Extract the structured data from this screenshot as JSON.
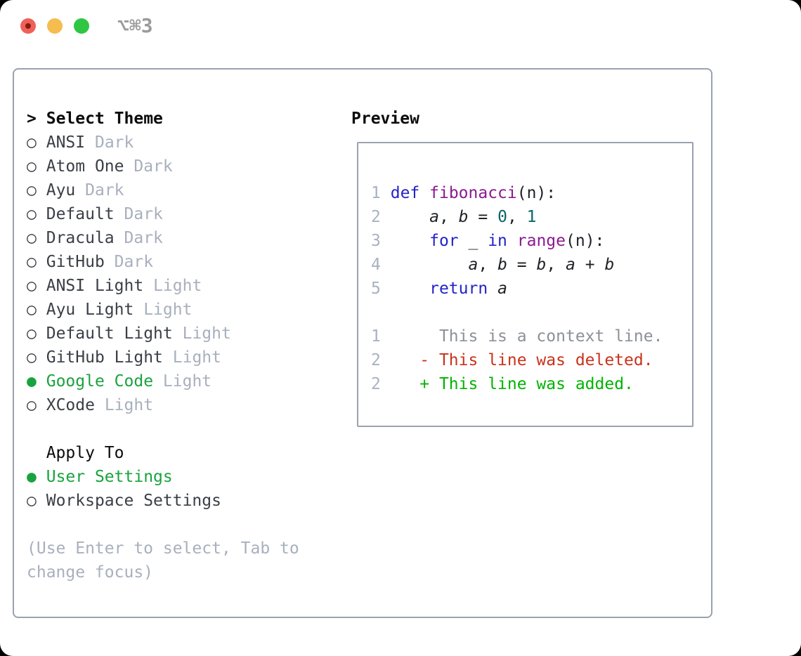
{
  "titlebar": {
    "shortcut": "⌥⌘3",
    "traffic_lights": [
      "close",
      "minimize",
      "zoom"
    ]
  },
  "icons": {
    "cursor": ">",
    "radio_selected": "●",
    "radio_unselected": "○"
  },
  "colors": {
    "accent_green": "#19a33e",
    "text_primary": "#3a3f46",
    "text_heading": "#0b0b0b",
    "text_muted": "#a8b0bd",
    "panel_border": "#9aa2ae",
    "line_number": "#a9b2bf",
    "code_keyword": "#2323c8",
    "code_function": "#8c1a90",
    "code_literal": "#0b6566",
    "code_plain": "#1e2126",
    "diff_context": "#8c9199",
    "diff_deleted": "#c8331c",
    "diff_added": "#00b400",
    "light_red": "#ef6158",
    "light_red_dot": "#841d12",
    "light_yellow": "#f5bd4f",
    "light_green": "#2fc644",
    "shortcut_text": "#9b9b9b"
  },
  "theme_selector": {
    "title": "Select Theme",
    "themes": [
      {
        "name": "ANSI",
        "variant": "Dark",
        "selected": false
      },
      {
        "name": "Atom One",
        "variant": "Dark",
        "selected": false
      },
      {
        "name": "Ayu",
        "variant": "Dark",
        "selected": false
      },
      {
        "name": "Default",
        "variant": "Dark",
        "selected": false
      },
      {
        "name": "Dracula",
        "variant": "Dark",
        "selected": false
      },
      {
        "name": "GitHub",
        "variant": "Dark",
        "selected": false
      },
      {
        "name": "ANSI Light",
        "variant": "Light",
        "selected": false
      },
      {
        "name": "Ayu Light",
        "variant": "Light",
        "selected": false
      },
      {
        "name": "Default Light",
        "variant": "Light",
        "selected": false
      },
      {
        "name": "GitHub Light",
        "variant": "Light",
        "selected": false
      },
      {
        "name": "Google Code",
        "variant": "Light",
        "selected": true
      },
      {
        "name": "XCode",
        "variant": "Light",
        "selected": false
      }
    ],
    "apply_to": {
      "title": "Apply To",
      "options": [
        {
          "name": "User Settings",
          "selected": true
        },
        {
          "name": "Workspace Settings",
          "selected": false
        }
      ]
    },
    "help_text": "(Use Enter to select, Tab to change focus)"
  },
  "preview": {
    "title": "Preview",
    "code_lines": [
      {
        "num": "1",
        "tokens": [
          [
            "kw",
            "def"
          ],
          [
            "pl",
            " "
          ],
          [
            "fn",
            "fibonacci"
          ],
          [
            "pl",
            "(n):"
          ]
        ]
      },
      {
        "num": "2",
        "tokens": [
          [
            "pl",
            "    "
          ],
          [
            "it",
            "a"
          ],
          [
            "pl",
            ", "
          ],
          [
            "it",
            "b"
          ],
          [
            "pl",
            " = "
          ],
          [
            "lit",
            "0"
          ],
          [
            "pl",
            ", "
          ],
          [
            "lit",
            "1"
          ]
        ]
      },
      {
        "num": "3",
        "tokens": [
          [
            "pl",
            "    "
          ],
          [
            "kw",
            "for"
          ],
          [
            "pl",
            " _ "
          ],
          [
            "kw",
            "in"
          ],
          [
            "pl",
            " "
          ],
          [
            "fn",
            "range"
          ],
          [
            "pl",
            "(n):"
          ]
        ]
      },
      {
        "num": "4",
        "tokens": [
          [
            "pl",
            "        "
          ],
          [
            "it",
            "a"
          ],
          [
            "pl",
            ", "
          ],
          [
            "it",
            "b"
          ],
          [
            "pl",
            " = "
          ],
          [
            "it",
            "b"
          ],
          [
            "pl",
            ", "
          ],
          [
            "it",
            "a"
          ],
          [
            "pl",
            " + "
          ],
          [
            "it",
            "b"
          ]
        ]
      },
      {
        "num": "5",
        "tokens": [
          [
            "pl",
            "    "
          ],
          [
            "kw",
            "return"
          ],
          [
            "pl",
            " "
          ],
          [
            "it",
            "a"
          ]
        ]
      }
    ],
    "diff_lines": [
      {
        "num": "1",
        "type": "context",
        "text": "     This is a context line."
      },
      {
        "num": "2",
        "type": "deleted",
        "text": "   - This line was deleted."
      },
      {
        "num": "2",
        "type": "added",
        "text": "   + This line was added."
      }
    ]
  }
}
